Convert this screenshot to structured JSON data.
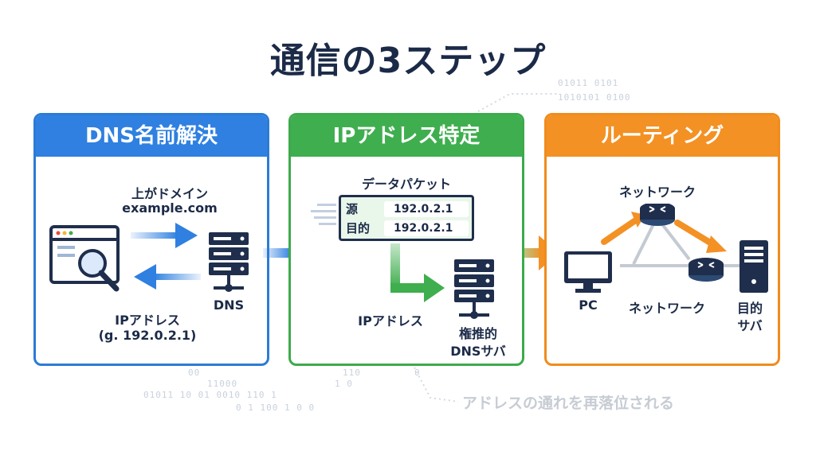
{
  "title": "通信の3ステップ",
  "panels": [
    {
      "heading": "DNS名前解決"
    },
    {
      "heading": "IPアドレス特定"
    },
    {
      "heading": "ルーティング"
    }
  ],
  "step1": {
    "query_line1": "上がドメイン",
    "query_line2": "example.com",
    "dns_label": "DNS",
    "reply_line1": "IPアドレス",
    "reply_line2": "(g. 192.0.2.1)"
  },
  "step2": {
    "packet_label": "データパケット",
    "src_key": "源",
    "src_val": "192.0.2.1",
    "dst_key": "目的",
    "dst_val": "192.0.2.1",
    "ip_label": "IPアドレス",
    "server_label1": "権推的",
    "server_label2": "DNSサバ"
  },
  "step3": {
    "network_top": "ネットワーク",
    "pc_label": "PC",
    "network_bottom": "ネットワーク",
    "dest_label1": "目的",
    "dest_label2": "サバ"
  },
  "binary_decor": {
    "top1": "01011  0101",
    "top2": "1010101  0100",
    "b1": "00",
    "b2": "11000",
    "b3": "01011 10  01   0010 110  1",
    "b4": "0 1 100 1 0 0",
    "b5": "110",
    "b6": "1 0",
    "b7": "0"
  },
  "footer": "アドレスの通れを再落位される",
  "colors": {
    "blue": "#2f80e0",
    "green": "#3fae4f",
    "orange": "#f39124",
    "navy": "#1f2e4c"
  }
}
